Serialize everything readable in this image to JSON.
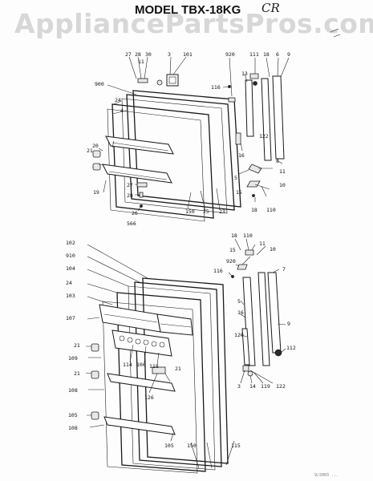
{
  "watermark": "AppliancePartsPros.com",
  "title": "MODEL TBX-18KG",
  "handwritten_suffix": "CR",
  "top_diagram": {
    "labels": {
      "l27": "27",
      "l28": "28",
      "l30": "30",
      "l11": "11",
      "l3": "3",
      "l101": "101",
      "l920": "920",
      "l111": "111",
      "l18": "18",
      "l6": "6",
      "l9": "9",
      "l900": "900",
      "l116": "116",
      "l13": "13",
      "l24": "24",
      "l4": "4",
      "l122": "122",
      "l21": "21",
      "l20": "20",
      "l16": "16",
      "l8": "8",
      "l11b": "11",
      "l5": "5",
      "l10": "10",
      "l19": "19",
      "l15": "15",
      "l27b": "27",
      "l28b": "28",
      "l150": "150",
      "l25": "25",
      "l23": "23",
      "l18b": "18",
      "l110": "110",
      "l26": "26",
      "l566": "566"
    }
  },
  "bottom_diagram": {
    "labels": {
      "l18": "18",
      "l110": "110",
      "l15": "15",
      "l11": "11",
      "l10": "10",
      "l102": "102",
      "l910": "910",
      "l920": "920",
      "l7": "7",
      "l104": "104",
      "l116": "116",
      "l24": "24",
      "l5": "5",
      "l103": "103",
      "l16": "16",
      "l107": "107",
      "l9": "9",
      "l21": "21",
      "l120": "120",
      "l112": "112",
      "l109": "109",
      "l114": "114",
      "l106": "106",
      "l118": "118",
      "l21b": "21",
      "l21c": "21",
      "l3": "3",
      "l14": "14",
      "l119": "119",
      "l122": "122",
      "l108": "108",
      "l126": "126",
      "l105": "105",
      "l108b": "108",
      "l105b": "105",
      "l150": "150",
      "l115": "115"
    }
  },
  "footer": "9/2003 ..."
}
